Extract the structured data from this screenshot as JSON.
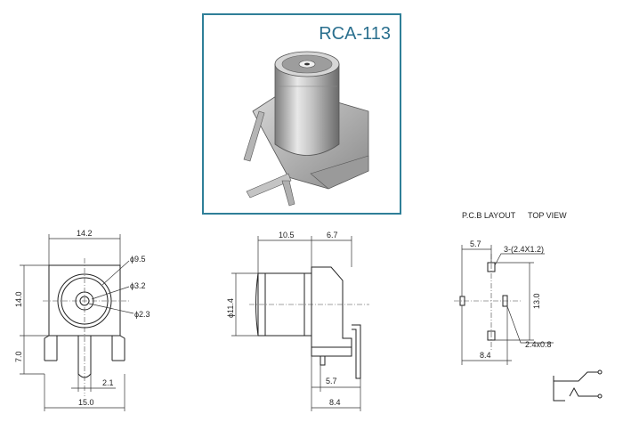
{
  "product": {
    "model": "RCA-113",
    "frame_color": "#2f7f98",
    "title_color": "#2a6f8e"
  },
  "front_view": {
    "width_top": "14.2",
    "height_body": "14.0",
    "leg_height": "7.0",
    "pin_offset": "2.1",
    "width_bottom": "15.0",
    "outer_diameter": "ϕ9.5",
    "mid_diameter": "ϕ3.2",
    "pin_diameter": "ϕ2.3"
  },
  "side_view": {
    "body_length": "10.5",
    "bracket_length": "6.7",
    "barrel_diameter": "ϕ11.4",
    "pin_spacing": "5.7",
    "overall_depth": "8.4"
  },
  "pcb_layout": {
    "header_left": "P.C.B LAYOUT",
    "header_right": "TOP VIEW",
    "offset_x": "5.7",
    "slot_note": "3-(2.4X1.2)",
    "height": "13.0",
    "slot_size": "2.4x0.8",
    "width": "8.4"
  },
  "icons": [
    "connector-photo",
    "jack-schematic-icon"
  ]
}
